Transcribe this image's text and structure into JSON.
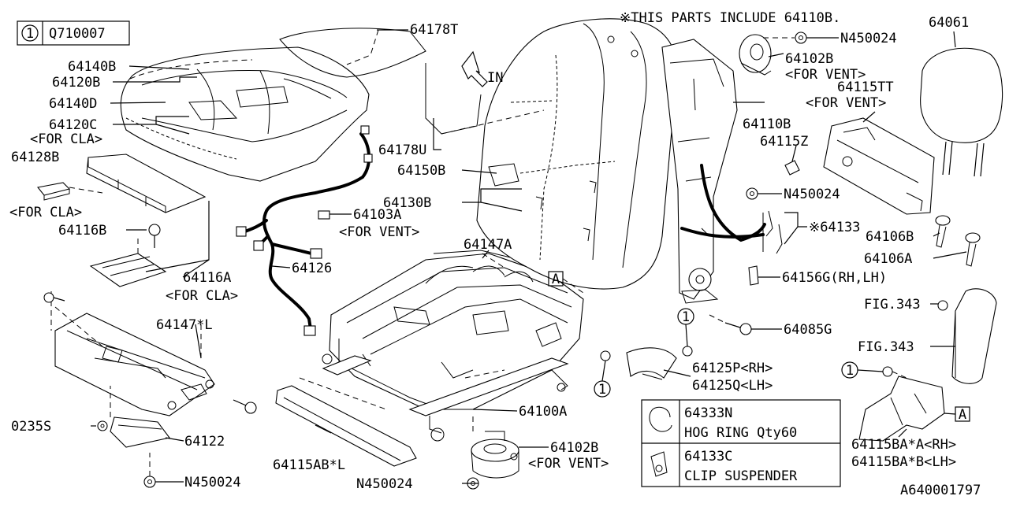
{
  "diagram_id": "A640001797",
  "legend": {
    "circle_number": "1",
    "part_code": "Q710007"
  },
  "note": "※THIS PARTS INCLUDE 64110B.",
  "direction": "IN",
  "ref_marker": "A",
  "callout_number": "1",
  "labels": {
    "p64178T": "64178T",
    "p64140B": "64140B",
    "p64120B": "64120B",
    "p64140D": "64140D",
    "p64120C": "64120C",
    "for_cla": "<FOR CLA>",
    "p64128B": "64128B",
    "p64116B": "64116B",
    "p64116A": "64116A",
    "p64147L": "64147*L",
    "p0235S": "0235S",
    "p64122": "64122",
    "pN450024": "N450024",
    "p64178U": "64178U",
    "p64150B": "64150B",
    "p64130B": "64130B",
    "p64103A": "64103A",
    "for_vent": "<FOR VENT>",
    "p64126": "64126",
    "p64147A": "64147A",
    "p64100A": "64100A",
    "p64102B": "64102B",
    "p64115ABL": "64115AB*L",
    "p64110B": "64110B",
    "p64115Z": "64115Z",
    "p64133": "※64133",
    "p64156G": "64156G(RH,LH)",
    "p64085G": "64085G",
    "p64125P": "64125P<RH>",
    "p64125Q": "64125Q<LH>",
    "p64061": "64061",
    "p64115TT": "64115TT",
    "p64106B": "64106B",
    "p64106A": "64106A",
    "fig343": "FIG.343",
    "p64115BAA": "64115BA*A<RH>",
    "p64115BAB": "64115BA*B<LH>"
  },
  "parts_table": [
    {
      "code": "64333N",
      "desc": "HOG RING Qty60"
    },
    {
      "code": "64133C",
      "desc": "CLIP SUSPENDER"
    }
  ]
}
